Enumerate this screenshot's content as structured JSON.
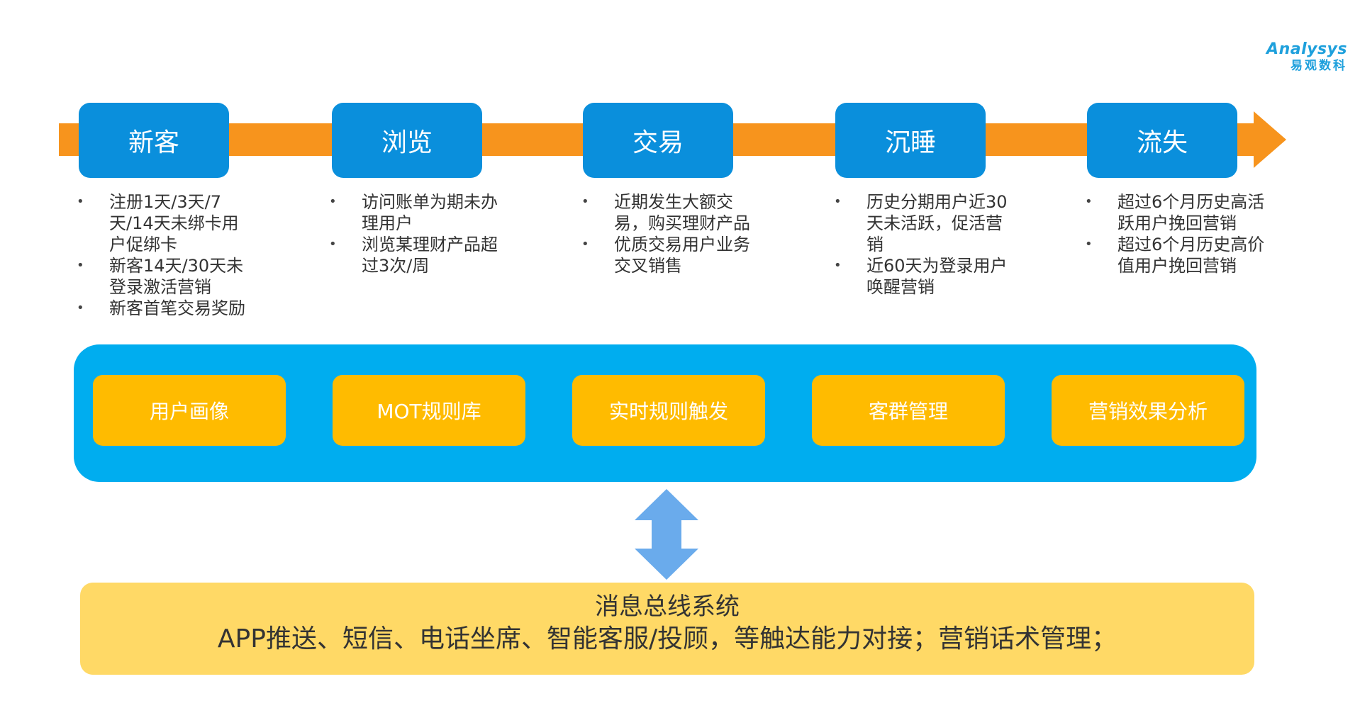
{
  "brand": {
    "logo_word": "Analysys",
    "logo_cn": "易观数科",
    "color": "#1ea0dc"
  },
  "colors": {
    "stage_blue": "#0a8fdc",
    "arrow_orange": "#f7941d",
    "platform_blue": "#00adef",
    "module_yellow": "#ffbb00",
    "bus_yellow": "#ffd966"
  },
  "stages": [
    {
      "label": "新客",
      "bullets": [
        "注册1天/3天/7天/14天未绑卡用户促绑卡",
        "新客14天/30天未登录激活营销",
        "新客首笔交易奖励"
      ]
    },
    {
      "label": "浏览",
      "bullets": [
        "访问账单为期未办理用户",
        "浏览某理财产品超过3次/周"
      ]
    },
    {
      "label": "交易",
      "bullets": [
        "近期发生大额交易，购买理财产品",
        "优质交易用户业务交叉销售"
      ]
    },
    {
      "label": "沉睡",
      "bullets": [
        "历史分期用户近30天未活跃，促活营销",
        "近60天为登录用户唤醒营销"
      ]
    },
    {
      "label": "流失",
      "bullets": [
        "超过6个月历史高活跃用户挽回营销",
        "超过6个月历史高价值用户挽回营销"
      ]
    }
  ],
  "modules": [
    "用户画像",
    "MOT规则库",
    "实时规则触发",
    "客群管理",
    "营销效果分析"
  ],
  "bus": {
    "title": "消息总线系统",
    "description": "APP推送、短信、电话坐席、智能客服/投顾，等触达能力对接；营销话术管理；"
  }
}
